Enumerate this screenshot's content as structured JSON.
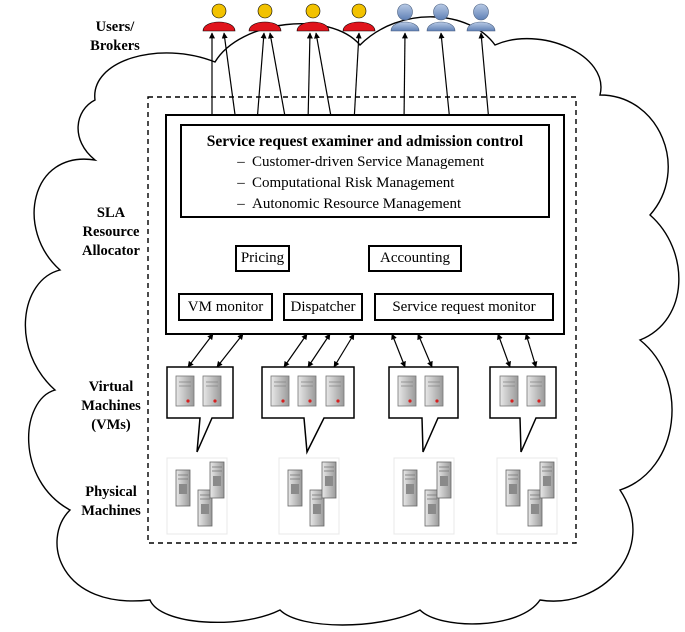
{
  "labels": {
    "users": [
      "Users/",
      "Brokers"
    ],
    "sla": [
      "SLA",
      "Resource",
      "Allocator"
    ],
    "vms": [
      "Virtual",
      "Machines",
      "(VMs)"
    ],
    "physical": [
      "Physical",
      "Machines"
    ]
  },
  "examiner": {
    "title": "Service request examiner and admission control",
    "items": [
      "Customer-driven Service Management",
      "Computational Risk Management",
      "Autonomic Resource Management"
    ],
    "dash": "–"
  },
  "components": {
    "pricing": "Pricing",
    "accounting": "Accounting",
    "vm_monitor": "VM monitor",
    "dispatcher": "Dispatcher",
    "service_request_monitor": "Service request monitor"
  },
  "icons": {
    "user_red": "user-red-icon",
    "user_blue": "user-blue-icon",
    "server": "server-icon",
    "physical_server": "physical-server-icon"
  },
  "colors": {
    "user_red": "#e0141c",
    "user_red_head": "#f2c200",
    "user_blue": "#7d9ccc",
    "server": "#c8c8c8",
    "server_led": "#d62020"
  }
}
